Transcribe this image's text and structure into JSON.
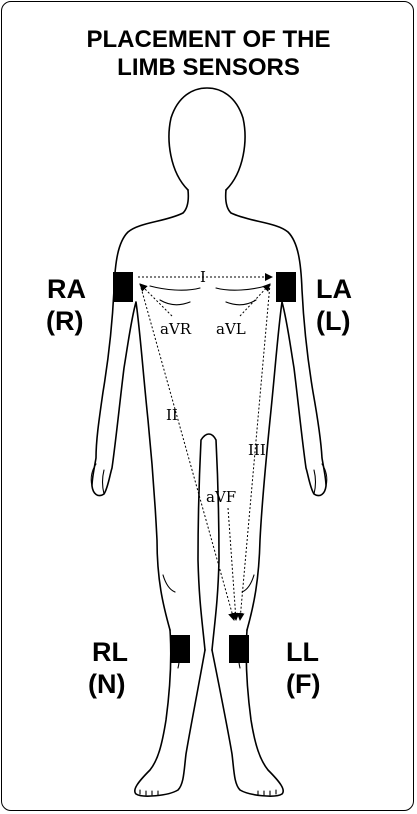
{
  "title": {
    "line1": "PLACEMENT OF THE",
    "line2": "LIMB SENSORS"
  },
  "electrodes": {
    "ra": {
      "abbr": "RA",
      "code": "(R)"
    },
    "la": {
      "abbr": "LA",
      "code": "(L)"
    },
    "rl": {
      "abbr": "RL",
      "code": "(N)"
    },
    "ll": {
      "abbr": "LL",
      "code": "(F)"
    }
  },
  "leads": {
    "i": "I",
    "ii": "II",
    "iii": "III",
    "avr": "aVR",
    "avl": "aVL",
    "avf": "aVF"
  },
  "colors": {
    "stroke": "#000000",
    "sensor": "#000000",
    "background": "#ffffff"
  }
}
